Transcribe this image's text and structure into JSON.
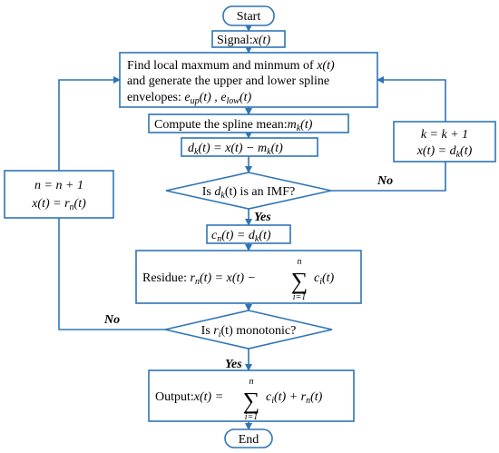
{
  "nodes": {
    "start": "Start",
    "signal": {
      "prefix": "Signal:",
      "math": "x(t)"
    },
    "envelope": {
      "line1": "Find local maxmum and minmum of",
      "line1_math": "x(t)",
      "line2": "and generate the upper and lower spline",
      "line3": "envelopes:",
      "line3_math_a": "e",
      "line3_sub_a": "up",
      "line3_math_a_tail": "(t) ,",
      "line3_math_b": "e",
      "line3_sub_b": "low",
      "line3_math_b_tail": "(t)"
    },
    "mean": {
      "prefix": "Compute the spline mean:",
      "math": "m",
      "sub": "k",
      "tail": "(t)"
    },
    "dk": {
      "math": "d",
      "sub": "k",
      "tail": "(t) = x(t) − m",
      "sub2": "k",
      "tail2": "(t)"
    },
    "decision_imf": {
      "prefix": "Is",
      "math": "d",
      "sub": "k",
      "tail": "(t) is an IMF?"
    },
    "ck": {
      "math": "c",
      "sub": "n",
      "tail": "(t) = d",
      "sub2": "k",
      "tail2": "(t)"
    },
    "residue": {
      "prefix": "Residue:",
      "math": "r",
      "sub": "n",
      "tail": "(t) = x(t) −",
      "sigma": "∑",
      "sig_top": "n",
      "sig_bot": "i=1",
      "after": "c",
      "after_sub": "i",
      "after_tail": "(t)"
    },
    "decision_mono": {
      "prefix": "Is",
      "math": "r",
      "sub": "i",
      "tail": "(t) monotonic?"
    },
    "output": {
      "prefix": "Output:",
      "math": "x(t) =",
      "sigma": "∑",
      "sig_top": "n",
      "sig_bot": "i=1",
      "after": "c",
      "after_sub": "i",
      "after_tail": "(t) + r",
      "after_sub2": "n",
      "after_tail2": "(t)"
    },
    "end": "End",
    "update_k": {
      "line1": "k = k + 1",
      "line2": "x(t) = d",
      "line2_sub": "k",
      "line2_tail": "(t)"
    },
    "update_n": {
      "line1": "n = n + 1",
      "line2": "x(t) = r",
      "line2_sub": "n",
      "line2_tail": "(t)"
    }
  },
  "edge_labels": {
    "imf_no": "No",
    "imf_yes": "Yes",
    "mono_no": "No",
    "mono_yes": "Yes"
  },
  "colors": {
    "stroke": "#2e75b6",
    "text": "#000000"
  }
}
